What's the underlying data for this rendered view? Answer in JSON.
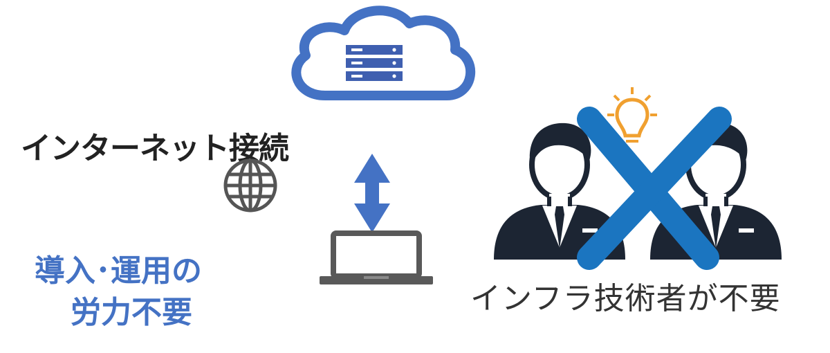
{
  "labels": {
    "internet": "インターネット接続",
    "benefit_line1": "導入･運用の",
    "benefit_line2": "労力不要",
    "no_infra": "インフラ技術者が不要"
  },
  "colors": {
    "cloud": "#4472C4",
    "server": "#3F5FB0",
    "arrow": "#4472C4",
    "benefit_text": "#4472C4",
    "cross": "#1B75C0",
    "person": "#1C2533",
    "bulb": "#F0A030",
    "laptop": "#595959",
    "globe": "#555555"
  },
  "icons": [
    "cloud-icon",
    "server-icon",
    "globe-icon",
    "laptop-icon",
    "double-arrow-icon",
    "person-icon",
    "lightbulb-icon",
    "cross-icon"
  ]
}
